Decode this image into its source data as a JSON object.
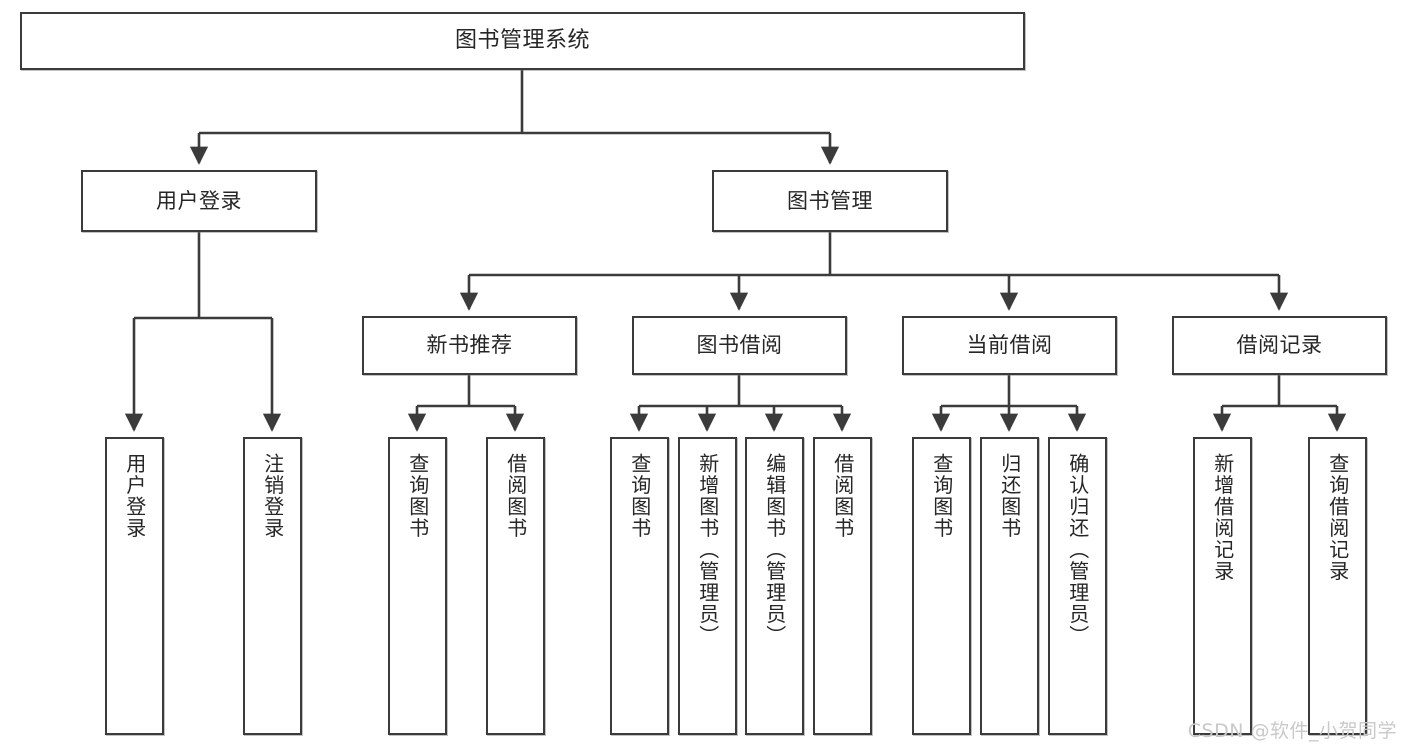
{
  "diagram": {
    "title": "图书管理系统",
    "type": "tree-hierarchy",
    "root": {
      "label": "图书管理系统"
    },
    "level2": [
      {
        "label": "用户登录"
      },
      {
        "label": "图书管理"
      }
    ],
    "level3": [
      {
        "label": "新书推荐"
      },
      {
        "label": "图书借阅"
      },
      {
        "label": "当前借阅"
      },
      {
        "label": "借阅记录"
      }
    ],
    "leaves": {
      "user_login": [
        {
          "label": "用户登录"
        },
        {
          "label": "注销登录"
        }
      ],
      "new_book_recommend": [
        {
          "label": "查询图书"
        },
        {
          "label": "借阅图书"
        }
      ],
      "book_borrow": [
        {
          "label": "查询图书"
        },
        {
          "label": "新增图书（管理员）"
        },
        {
          "label": "编辑图书（管理员）"
        },
        {
          "label": "借阅图书"
        }
      ],
      "current_borrow": [
        {
          "label": "查询图书"
        },
        {
          "label": "归还图书"
        },
        {
          "label": "确认归还（管理员）"
        }
      ],
      "borrow_record": [
        {
          "label": "新增借阅记录"
        },
        {
          "label": "查询借阅记录"
        }
      ]
    }
  },
  "watermark": {
    "text": "CSDN @软件_小贺同学"
  },
  "colors": {
    "stroke": "#3b3b3b",
    "fill": "#ffffff",
    "text": "#262626",
    "watermark": "#c9c9c9"
  }
}
